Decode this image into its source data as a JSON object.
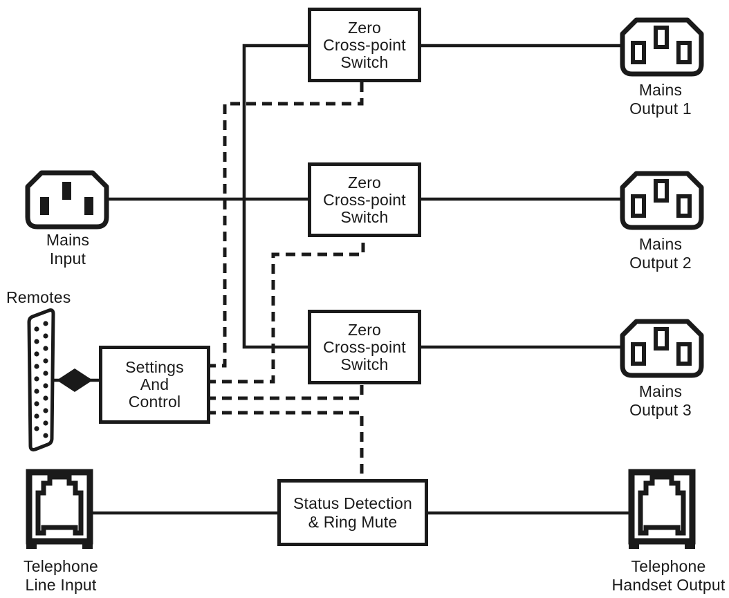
{
  "diagram": {
    "ink_color": "#1a1a1a",
    "background_color": "#ffffff",
    "blocks": {
      "switch1": {
        "lines": [
          "Zero",
          "Cross-point",
          "Switch"
        ]
      },
      "switch2": {
        "lines": [
          "Zero",
          "Cross-point",
          "Switch"
        ]
      },
      "switch3": {
        "lines": [
          "Zero",
          "Cross-point",
          "Switch"
        ]
      },
      "settings": {
        "lines": [
          "Settings",
          "And",
          "Control"
        ]
      },
      "status": {
        "lines": [
          "Status Detection",
          "& Ring Mute"
        ]
      }
    },
    "labels": {
      "mains_input": {
        "lines": [
          "Mains",
          "Input"
        ]
      },
      "mains_output1": {
        "lines": [
          "Mains",
          "Output 1"
        ]
      },
      "mains_output2": {
        "lines": [
          "Mains",
          "Output 2"
        ]
      },
      "mains_output3": {
        "lines": [
          "Mains",
          "Output 3"
        ]
      },
      "remotes": {
        "lines": [
          "Remotes"
        ]
      },
      "telephone_line_input": {
        "lines": [
          "Telephone",
          "Line Input"
        ]
      },
      "telephone_handset_output": {
        "lines": [
          "Telephone",
          "Handset Output"
        ]
      }
    }
  }
}
